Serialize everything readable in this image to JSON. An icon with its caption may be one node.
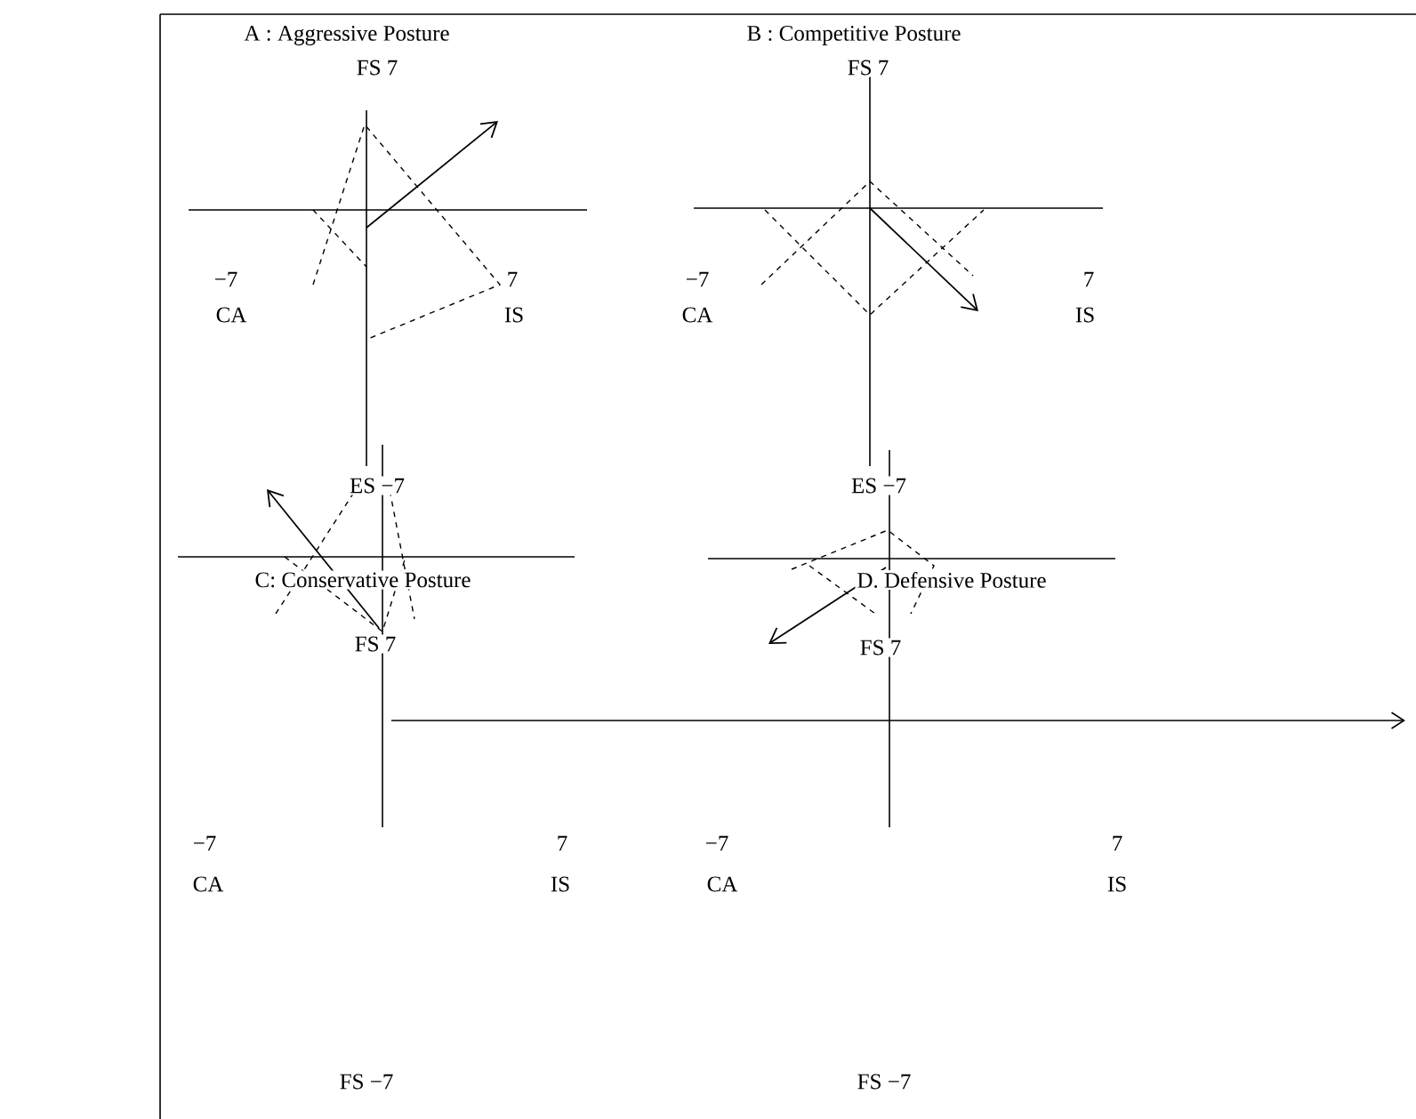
{
  "diagram": {
    "labels": [
      "A : Aggressive Posture",
      "B : Competitive Posture",
      "FS 7",
      "FS 7",
      "−7",
      "7",
      "−7",
      "7",
      "CA",
      "IS",
      "CA",
      "IS",
      "ES −7",
      "ES −7",
      "C: Conservative Posture",
      "D. Defensive Posture",
      "FS 7",
      "FS 7",
      "−7",
      "7",
      "−7",
      "7",
      "CA",
      "IS",
      "CA",
      "IS",
      "FS −7",
      "FS −7"
    ]
  }
}
